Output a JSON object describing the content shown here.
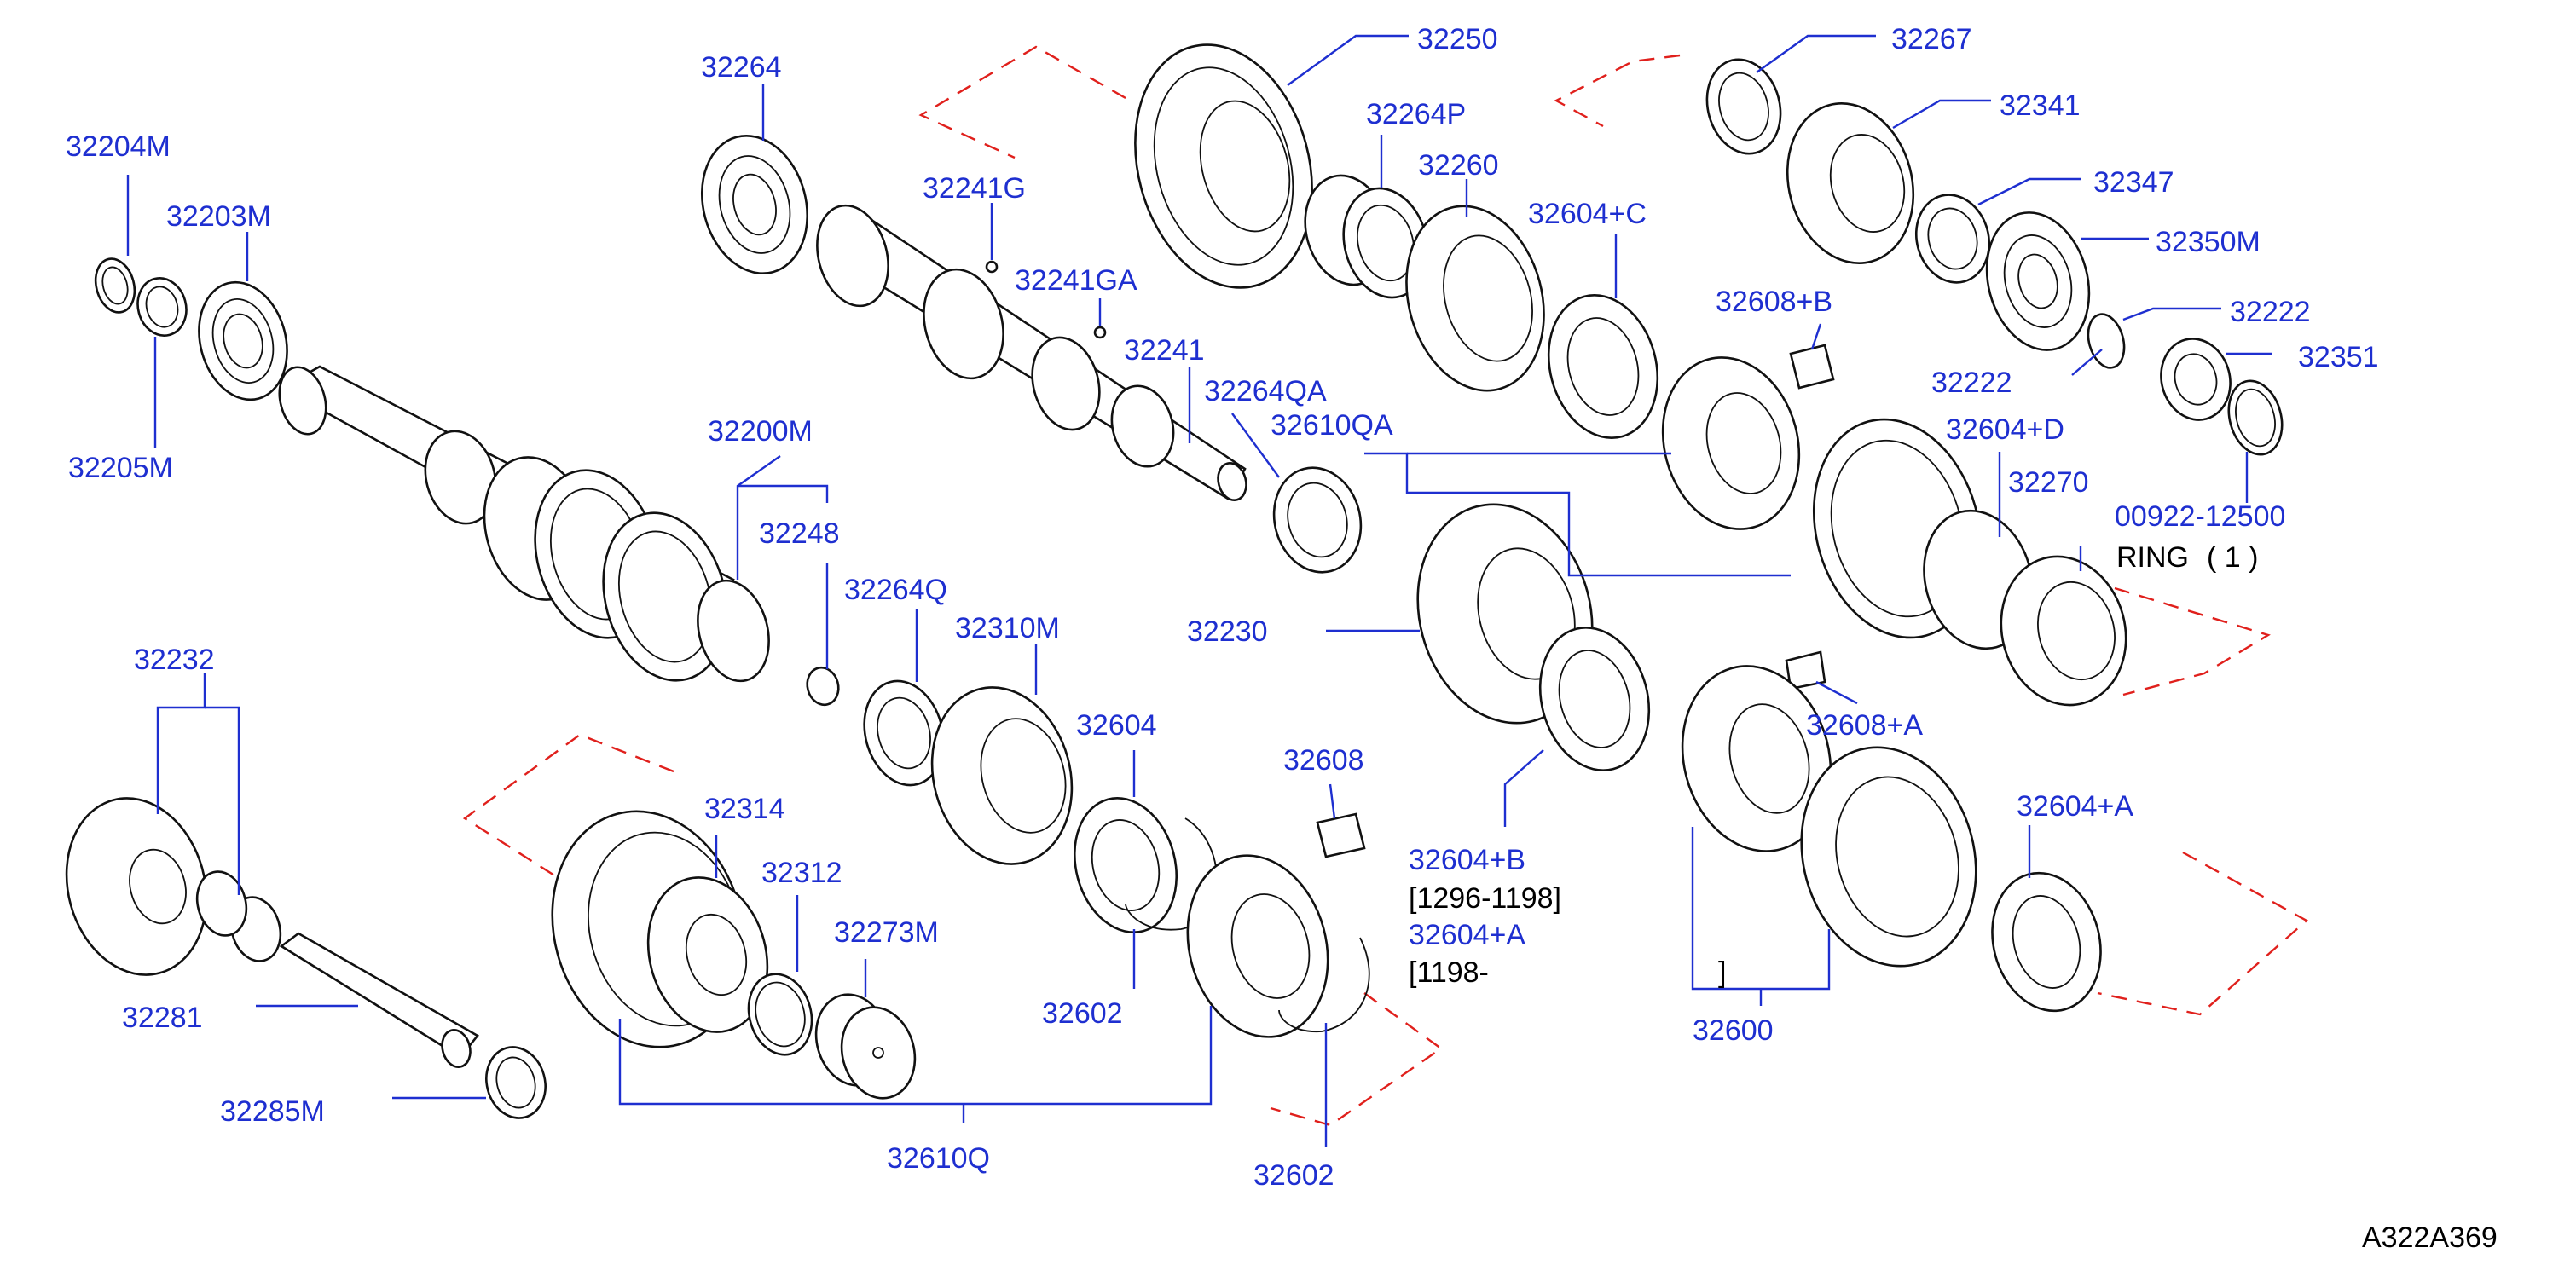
{
  "figure_id": "A322A369",
  "colors": {
    "label": "#1e2fd0",
    "part": "#111111",
    "dashed_group": "#e0201c",
    "text_black": "#000000"
  },
  "labels": {
    "p32264": "32264",
    "p32204M": "32204M",
    "p32203M": "32203M",
    "p32205M": "32205M",
    "p32241G": "32241G",
    "p32241GA": "32241GA",
    "p32241": "32241",
    "p32264QA": "32264QA",
    "p32250": "32250",
    "p32264P": "32264P",
    "p32260": "32260",
    "p32604C": "32604+C",
    "p32267": "32267",
    "p32341": "32341",
    "p32347": "32347",
    "p32350M": "32350M",
    "p32222a": "32222",
    "p32222b": "32222",
    "p32351": "32351",
    "p00922": "00922-12500",
    "p32608B": "32608+B",
    "p32610QA": "32610QA",
    "p32604D": "32604+D",
    "p32270": "32270",
    "p32200M": "32200M",
    "p32248": "32248",
    "p32264Q": "32264Q",
    "p32310M": "32310M",
    "p32230": "32230",
    "p32232": "32232",
    "p32604": "32604",
    "p32608": "32608",
    "p32314": "32314",
    "p32312": "32312",
    "p32273M": "32273M",
    "p32602a": "32602",
    "p32602b": "32602",
    "p32281": "32281",
    "p32285M": "32285M",
    "p32610Q": "32610Q",
    "p32608A": "32608+A",
    "p32604B": "32604+B",
    "p32604Aa": "32604+A",
    "p32604Ab": "32604+A",
    "p32600": "32600"
  },
  "notes": {
    "ring": "RING",
    "ring_qty": "( 1 )",
    "date_b": "[1296-1198]",
    "date_a": "[1198-",
    "bracket_close": "]"
  }
}
